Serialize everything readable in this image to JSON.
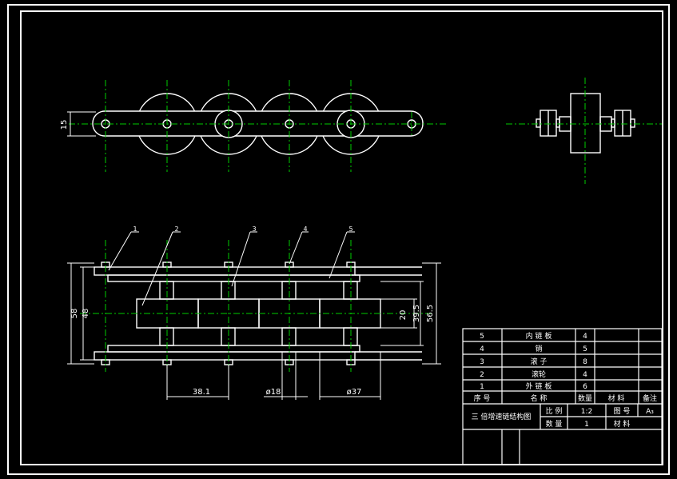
{
  "colors": {
    "background": "#000000",
    "outline": "#ffffff",
    "centerline": "#00cc00",
    "leader": "#ffffff"
  },
  "dimensions": {
    "top_height": "15",
    "pitch": "38.1",
    "pin_dia": "ø18",
    "roller_dia": "ø37",
    "d58": "58",
    "d48": "48",
    "d20": "20",
    "d395": "39.5",
    "d565": "56.5"
  },
  "balloons": [
    "1",
    "2",
    "3",
    "4",
    "5"
  ],
  "parts_list": [
    {
      "no": "5",
      "name": "内 链 板",
      "qty": "4",
      "material": "",
      "note": ""
    },
    {
      "no": "4",
      "name": "销",
      "qty": "5",
      "material": "",
      "note": ""
    },
    {
      "no": "3",
      "name": "滚 子",
      "qty": "8",
      "material": "",
      "note": ""
    },
    {
      "no": "2",
      "name": "滚轮",
      "qty": "4",
      "material": "",
      "note": ""
    },
    {
      "no": "1",
      "name": "外 链 板",
      "qty": "6",
      "material": "",
      "note": ""
    }
  ],
  "parts_header": {
    "no": "序  号",
    "name": "名   称",
    "qty": "数量",
    "material": "材  料",
    "note": "备注"
  },
  "title_block": {
    "title": "三 倍增速链结构图",
    "scale_label": "比 例",
    "scale_value": "1:2",
    "drawing_no_label": "图 号",
    "drawing_no_value": "A₃",
    "qty_label": "数 量",
    "qty_value": "1",
    "material_label": "材 料"
  }
}
